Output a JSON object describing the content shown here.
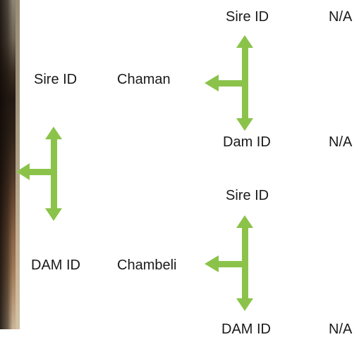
{
  "colors": {
    "arrow": "#8bc34a",
    "text": "#1a1a1a",
    "background": "#ffffff"
  },
  "photo": {
    "icon": "animal-photo"
  },
  "level1": {
    "sire_label": "Sire ID",
    "sire_value": "Chaman",
    "dam_label": "DAM ID",
    "dam_value": "Chambeli"
  },
  "sire_parents": {
    "sire_label": "Sire ID",
    "sire_value": "N/A",
    "dam_label": "Dam ID",
    "dam_value": "N/A"
  },
  "dam_parents": {
    "sire_label": "Sire ID",
    "sire_value": "",
    "dam_label": "DAM ID",
    "dam_value": "N/A"
  }
}
